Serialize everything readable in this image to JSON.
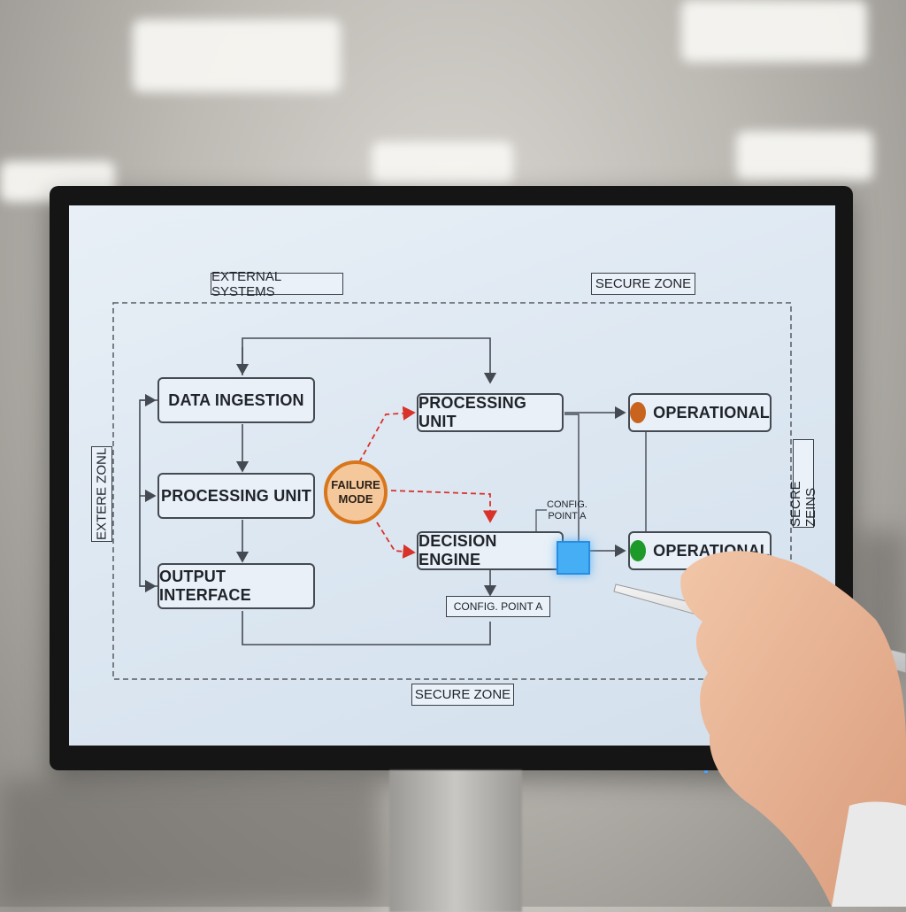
{
  "zones": {
    "top_left": "EXTERNAL SYSTEMS",
    "top_right": "SECURE ZONE",
    "bottom": "SECURE ZONE",
    "left_vertical": "EXTERE ZONL",
    "right_vertical": "SECRE ZEINS"
  },
  "nodes": {
    "data_ingestion": "DATA INGESTION",
    "processing_unit_left": "PROCESSING UNIT",
    "output_interface": "OUTPUT INTERFACE",
    "processing_unit_right": "PROCESSING UNIT",
    "decision_engine": "DECISION ENGINE",
    "operational_top": "OPERATIONAL",
    "operational_bottom": "OPERATIONAL"
  },
  "failure_mode": {
    "line1": "FAILURE",
    "line2": "MODE"
  },
  "config": {
    "point_label_top_line1": "CONFIG.",
    "point_label_top_line2": "POINT A",
    "point_label_bottom": "CONFIG. POINT A"
  },
  "colors": {
    "status_orange": "#c8641e",
    "status_green": "#1d9a2a",
    "failure_arrow": "#d9322a",
    "config_highlight": "#45aef5"
  }
}
